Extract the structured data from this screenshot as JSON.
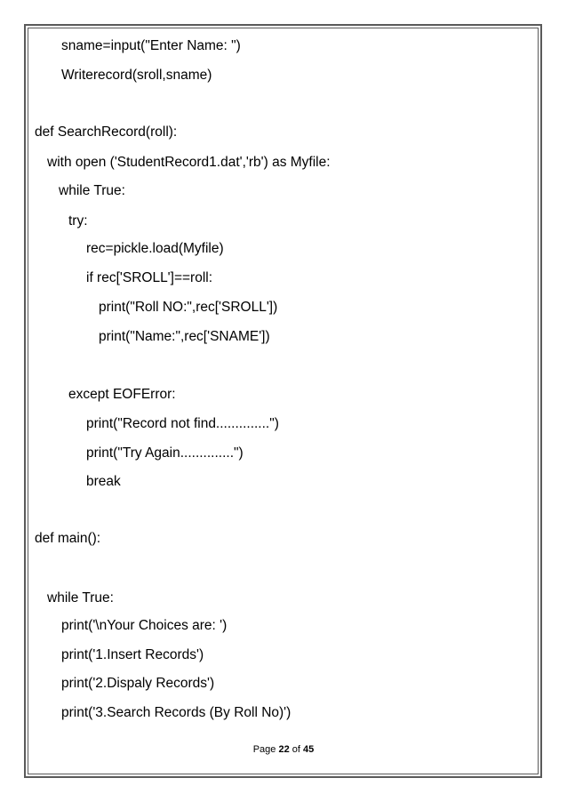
{
  "code_lines": [
    "sname=input(\"Enter Name: \")",
    "Writerecord(sroll,sname)",
    "def SearchRecord(roll):",
    "with open ('StudentRecord1.dat','rb') as Myfile:",
    "while True:",
    "try:",
    "rec=pickle.load(Myfile)",
    "if rec['SROLL']==roll:",
    "print(\"Roll NO:\",rec['SROLL'])",
    "print(\"Name:\",rec['SNAME'])",
    "except EOFError:",
    "print(\"Record not find..............\")",
    "print(\"Try Again..............\")",
    "break",
    "def main():",
    "while True:",
    "print('\\nYour Choices are: ')",
    "print('1.Insert Records')",
    "print('2.Dispaly Records')",
    "print('3.Search Records (By Roll No)')"
  ],
  "footer": {
    "page_word": "Page",
    "current_page": "22",
    "of_word": "of",
    "total_pages": "45"
  }
}
